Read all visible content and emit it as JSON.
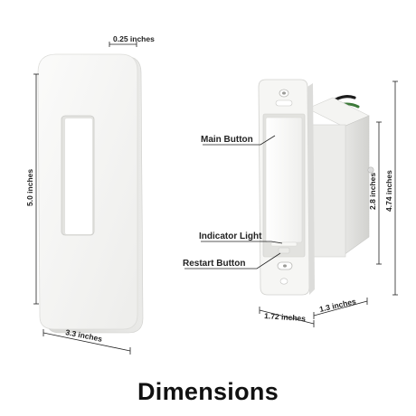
{
  "plate": {
    "depth_label": "0.25 inches",
    "height_label": "5.0 inches",
    "width_label": "3.3 inches"
  },
  "switch": {
    "callouts": {
      "main_button": "Main Button",
      "indicator_light": "Indicator Light",
      "restart_button": "Restart Button"
    },
    "body_height_label": "2.8 inches",
    "total_height_label": "4.74 inches",
    "width_label": "1.72 inches",
    "depth_label": "1.3 inches"
  },
  "title": "Dimensions",
  "colors": {
    "plate": "#f4f4f2",
    "plate_edge": "#d9d9d6",
    "switch_body": "#f2f2f0",
    "wire_black": "#1c1c1c",
    "wire_red": "#b8322a",
    "wire_green": "#3d7a3a",
    "dimension_line": "#222222"
  }
}
